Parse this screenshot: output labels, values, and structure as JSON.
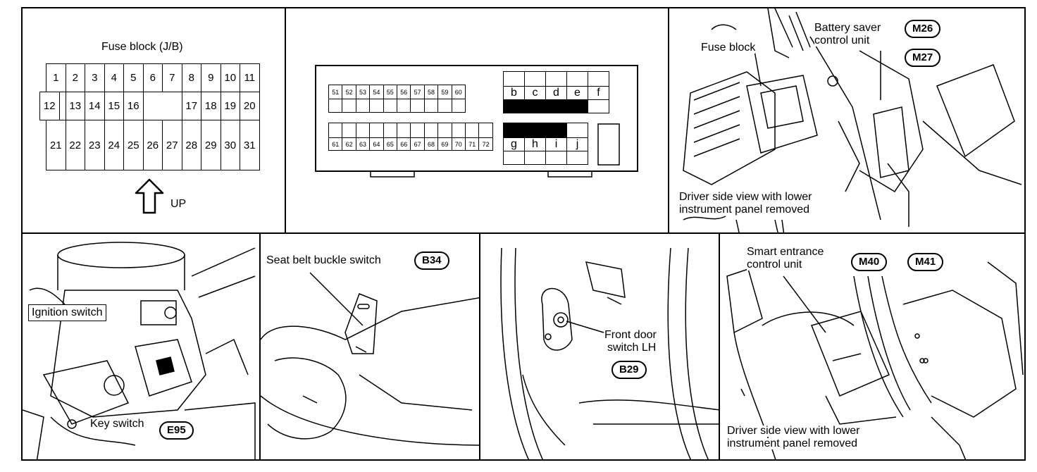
{
  "fuse_block": {
    "title": "Fuse block (J/B)",
    "row1": [
      "1",
      "2",
      "3",
      "4",
      "5",
      "6",
      "7",
      "8",
      "9",
      "10",
      "11"
    ],
    "row2": [
      "12",
      "13",
      "14",
      "15",
      "16",
      "17",
      "18",
      "19",
      "20"
    ],
    "row3": [
      "21",
      "22",
      "23",
      "24",
      "25",
      "26",
      "27",
      "28",
      "29",
      "30",
      "31"
    ],
    "up_label": "UP"
  },
  "connector": {
    "top_row": [
      "51",
      "52",
      "53",
      "54",
      "55",
      "56",
      "57",
      "58",
      "59",
      "60"
    ],
    "bottom_row": [
      "61",
      "62",
      "63",
      "64",
      "65",
      "66",
      "67",
      "68",
      "69",
      "70",
      "71",
      "72"
    ],
    "top_letters": [
      "b",
      "c",
      "d",
      "e",
      "f"
    ],
    "bottom_letters": [
      "g",
      "h",
      "i",
      "j"
    ]
  },
  "battery_saver": {
    "label_line1": "Battery saver",
    "label_line2": "control unit",
    "codes": [
      "M26",
      "M27"
    ],
    "fuse_block_label": "Fuse block",
    "caption_line1": "Driver side view with lower",
    "caption_line2": "instrument panel removed"
  },
  "ignition": {
    "ignition_label": "Ignition switch",
    "key_label": "Key switch",
    "code": "E95"
  },
  "seat_belt": {
    "label": "Seat belt buckle switch",
    "code": "B34"
  },
  "door": {
    "label_line1": "Front door",
    "label_line2": "switch LH",
    "code": "B29"
  },
  "smart_entrance": {
    "label_line1": "Smart entrance",
    "label_line2": "control unit",
    "codes": [
      "M40",
      "M41"
    ],
    "caption_line1": "Driver side view with lower",
    "caption_line2": "instrument panel removed"
  }
}
